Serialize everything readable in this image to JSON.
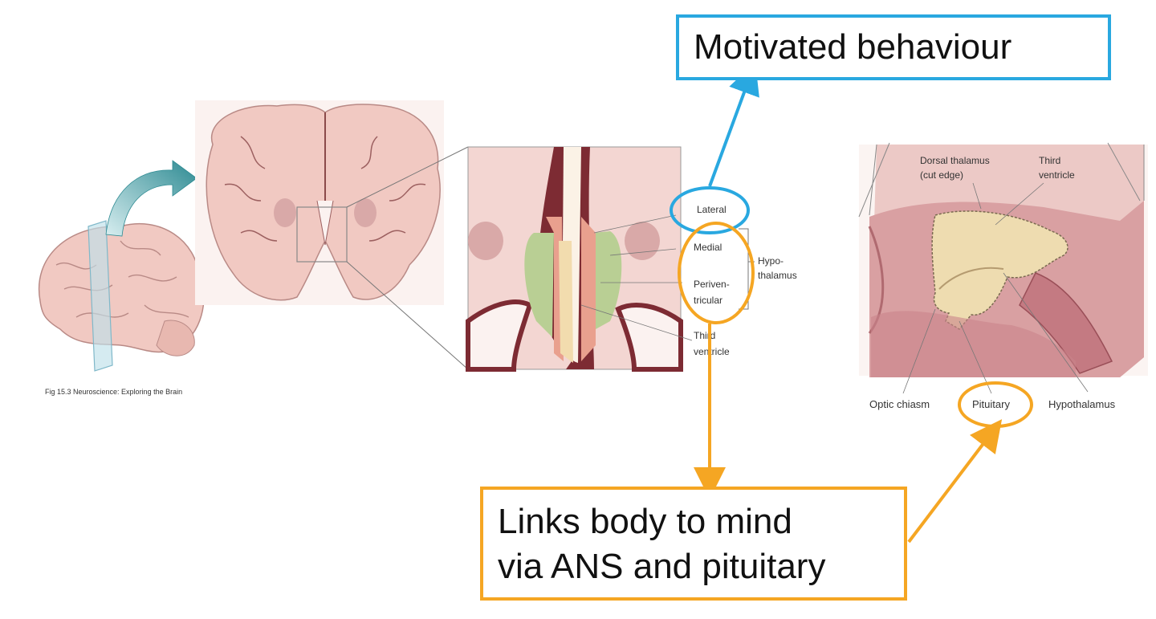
{
  "caption": "Fig 15.3 Neuroscience: Exploring the Brain",
  "callouts": {
    "motivated": "Motivated behaviour",
    "links_line1": "Links body to mind",
    "links_line2": "via ANS and pituitary"
  },
  "panel_labels": {
    "lateral": "Lateral",
    "medial": "Medial",
    "periventricular_1": "Periven-",
    "periventricular_2": "tricular",
    "third_ventricle_1": "Third",
    "third_ventricle_2": "ventricle",
    "hypothalamus_1": "Hypo-",
    "hypothalamus_2": "thalamus"
  },
  "right_labels": {
    "dorsal_thalamus_1": "Dorsal thalamus",
    "dorsal_thalamus_2": "(cut edge)",
    "third_ventricle_1": "Third",
    "third_ventricle_2": "ventricle",
    "optic_chiasm": "Optic chiasm",
    "pituitary": "Pituitary",
    "hypothalamus": "Hypothalamus"
  },
  "colors": {
    "blue_accent": "#29a8e0",
    "orange_accent": "#f5a623",
    "brain_pink": "#f1c9c2",
    "tissue_dark": "#7d2b33",
    "nucleus_green": "#b9cf94",
    "nucleus_salmon": "#e9a08e",
    "ventricle_beige": "#f2dcae"
  }
}
